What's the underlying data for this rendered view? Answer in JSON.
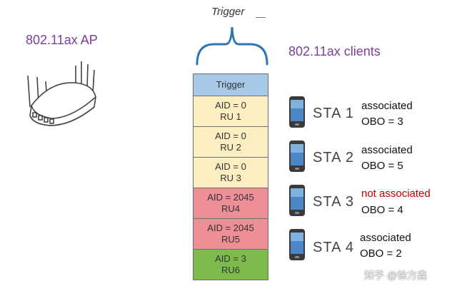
{
  "ap": {
    "title": "802.11ax AP"
  },
  "clients": {
    "title": "802.11ax clients"
  },
  "trigger": {
    "label": "Trigger"
  },
  "blocks": [
    {
      "line1": "Trigger",
      "line2": "",
      "color": "#a8c8e8"
    },
    {
      "line1": "AID = 0",
      "line2": "RU 1",
      "color": "#fbeec1"
    },
    {
      "line1": "AID = 0",
      "line2": "RU 2",
      "color": "#fbeec1"
    },
    {
      "line1": "AID = 0",
      "line2": "RU 3",
      "color": "#fbeec1"
    },
    {
      "line1": "AID = 2045",
      "line2": "RU4",
      "color": "#ee8e97"
    },
    {
      "line1": "AID = 2045",
      "line2": "RU5",
      "color": "#ee8e97"
    },
    {
      "line1": "AID = 3",
      "line2": "RU6",
      "color": "#7dbb4f"
    }
  ],
  "stations": [
    {
      "label": "STA 1",
      "status": "associated",
      "obo": "OBO = 3"
    },
    {
      "label": "STA 2",
      "status": "associated",
      "obo": "OBO = 5"
    },
    {
      "label": "STA 3",
      "status": "not associated",
      "obo": "OBO = 4"
    },
    {
      "label": "STA 4",
      "status": "associated",
      "obo": "OBO = 2"
    }
  ],
  "watermark": "知乎 @徐方鑫",
  "colors": {
    "title_purple": "#7b3f98",
    "brace_blue": "#2f75b5",
    "not_associated_red": "#c00000"
  }
}
